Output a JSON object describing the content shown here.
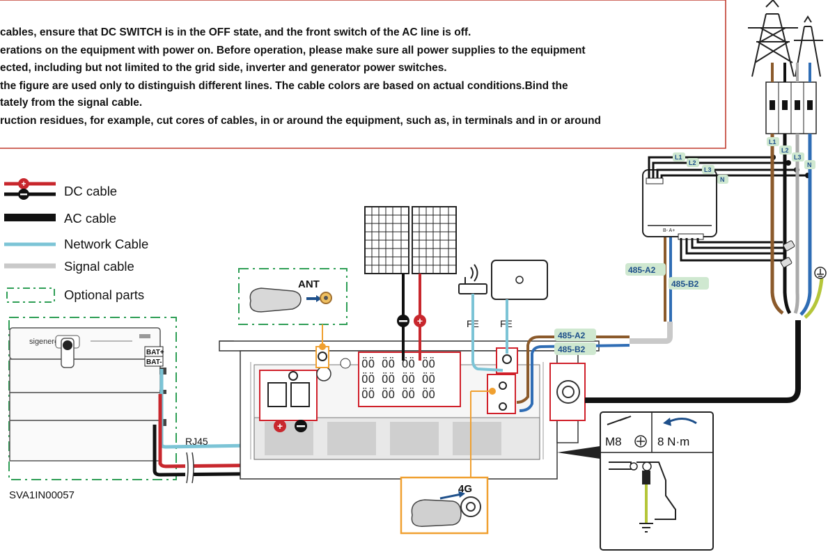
{
  "notes": [
    "cables, ensure that DC SWITCH is in the OFF state, and the front switch of the AC line is off.",
    "erations on the equipment with power on. Before operation, please make sure all power supplies to the equipment",
    "ected, including but not limited to the grid side, inverter and generator power switches.",
    " the figure are used only to distinguish different lines. The cable colors are based on actual conditions.Bind the",
    "tately from the signal cable.",
    "ruction residues, for example, cut cores of cables, in or around the equipment, such as, in terminals and in or around"
  ],
  "legend": {
    "dc": "DC cable",
    "ac": "AC cable",
    "network": "Network Cable",
    "signal": "Signal cable",
    "optional": "Optional parts"
  },
  "labels": {
    "ant": "ANT",
    "fe1": "FE",
    "fe2": "FE",
    "rj45": "RJ45",
    "g4": "4G",
    "doc_id": "SVA1IN00057",
    "battery_brand": "sigenergy",
    "bat_plus": "BAT+",
    "bat_minus": "BAT-",
    "bolt": "M8",
    "torque": "8 N·m",
    "a2_meter": "485-A2",
    "b2_meter": "485-B2",
    "a2_inv": "485-A2",
    "b2_inv": "485-B2",
    "meter_l1": "L1",
    "meter_l2": "L2",
    "meter_l3": "L3",
    "meter_n": "N",
    "grid_l1": "L1",
    "grid_l2": "L2",
    "grid_l3": "L3",
    "grid_n": "N",
    "meter_port": "B- A+"
  },
  "colors": {
    "dc_positive": "#c8272d",
    "ac": "#111111",
    "network": "#7cc4d6",
    "signal": "#c9c9c9",
    "optional_border": "#2e9e55",
    "warning_border": "#c0392b",
    "highlight_red": "#d0202a",
    "highlight_orange": "#f0a030",
    "rs485_a": "#8b5a2b",
    "rs485_b": "#2f6db5",
    "tag_bg": "#cfe8d0",
    "earth": "#b5c63a"
  }
}
